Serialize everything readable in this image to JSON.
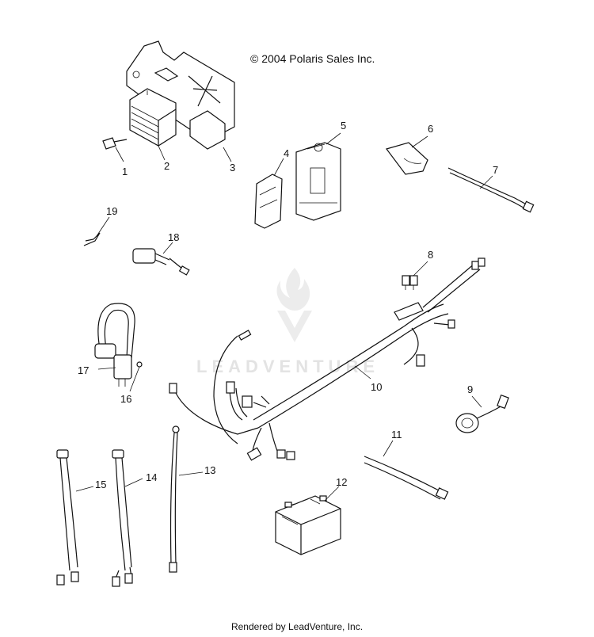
{
  "copyright": "© 2004 Polaris Sales Inc.",
  "footer": "Rendered by LeadVenture, Inc.",
  "watermark": "LEADVENTURE",
  "callouts": [
    "1",
    "2",
    "3",
    "4",
    "5",
    "6",
    "7",
    "8",
    "9",
    "10",
    "11",
    "12",
    "13",
    "14",
    "15",
    "16",
    "17",
    "18",
    "19"
  ]
}
